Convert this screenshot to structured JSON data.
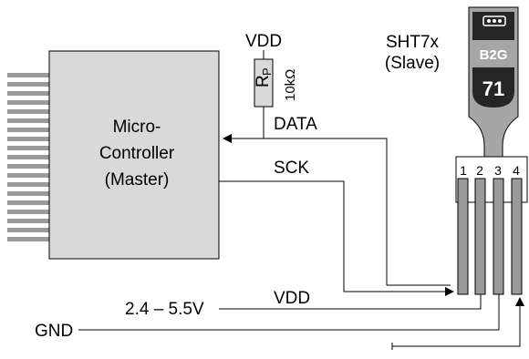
{
  "mcu": {
    "label_line1": "Micro-",
    "label_line2": "Controller",
    "label_line3": "(Master)"
  },
  "pullup": {
    "supply_label": "VDD",
    "resistor_name": "R",
    "resistor_subscript": "P",
    "resistor_value": "10kΩ"
  },
  "sensor": {
    "name": "SHT7x",
    "role": "(Slave)",
    "chip_code": "B2G",
    "chip_number": "71",
    "pins": [
      "1",
      "2",
      "3",
      "4"
    ]
  },
  "signals": {
    "data": "DATA",
    "sck": "SCK",
    "vdd": "VDD",
    "supply_range": "2.4 – 5.5V",
    "gnd": "GND"
  },
  "colors": {
    "chip_fill": "#d9d9d9",
    "pin_fill": "#9a9a9a",
    "sensor_body": "#a6a6a6",
    "sensor_head": "#262626",
    "line": "#000000"
  }
}
